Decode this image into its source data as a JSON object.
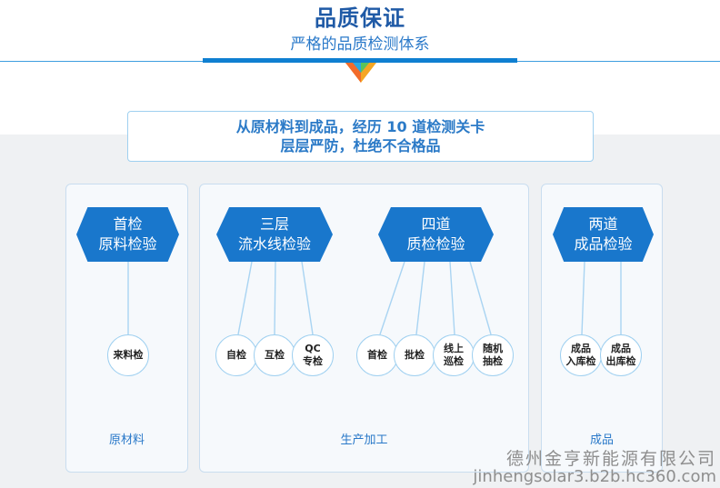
{
  "header": {
    "title": "品质保证",
    "subtitle": "严格的品质检测体系"
  },
  "banner": {
    "line1": "从原材料到成品，经历 10 道检测关卡",
    "line2": "层层严防，杜绝不合格品"
  },
  "stages": {
    "first": {
      "hex": [
        "首检",
        "原料检验"
      ],
      "nodes": [
        [
          "来料检"
        ]
      ],
      "label": "原材料"
    },
    "line": {
      "hex": [
        "三层",
        "流水线检验"
      ],
      "nodes": [
        [
          "自检"
        ],
        [
          "互检"
        ],
        [
          "QC",
          "专检"
        ]
      ]
    },
    "quality": {
      "hex": [
        "四道",
        "质检检验"
      ],
      "nodes": [
        [
          "首检"
        ],
        [
          "批检"
        ],
        [
          "线上",
          "巡检"
        ],
        [
          "随机",
          "抽检"
        ]
      ]
    },
    "production_label": "生产加工",
    "final": {
      "hex": [
        "两道",
        "成品检验"
      ],
      "nodes": [
        [
          "成品",
          "入库检"
        ],
        [
          "成品",
          "出库检"
        ]
      ],
      "label": "成品"
    }
  },
  "watermark": {
    "line1": "德州金亨新能源有限公司",
    "line2": "jinhengsolar3.b2b.hc360.com"
  },
  "colors": {
    "title": "#1f5aa6",
    "accent": "#1977cc",
    "line": "#a9d4f2",
    "panel": "#eff1f3"
  }
}
